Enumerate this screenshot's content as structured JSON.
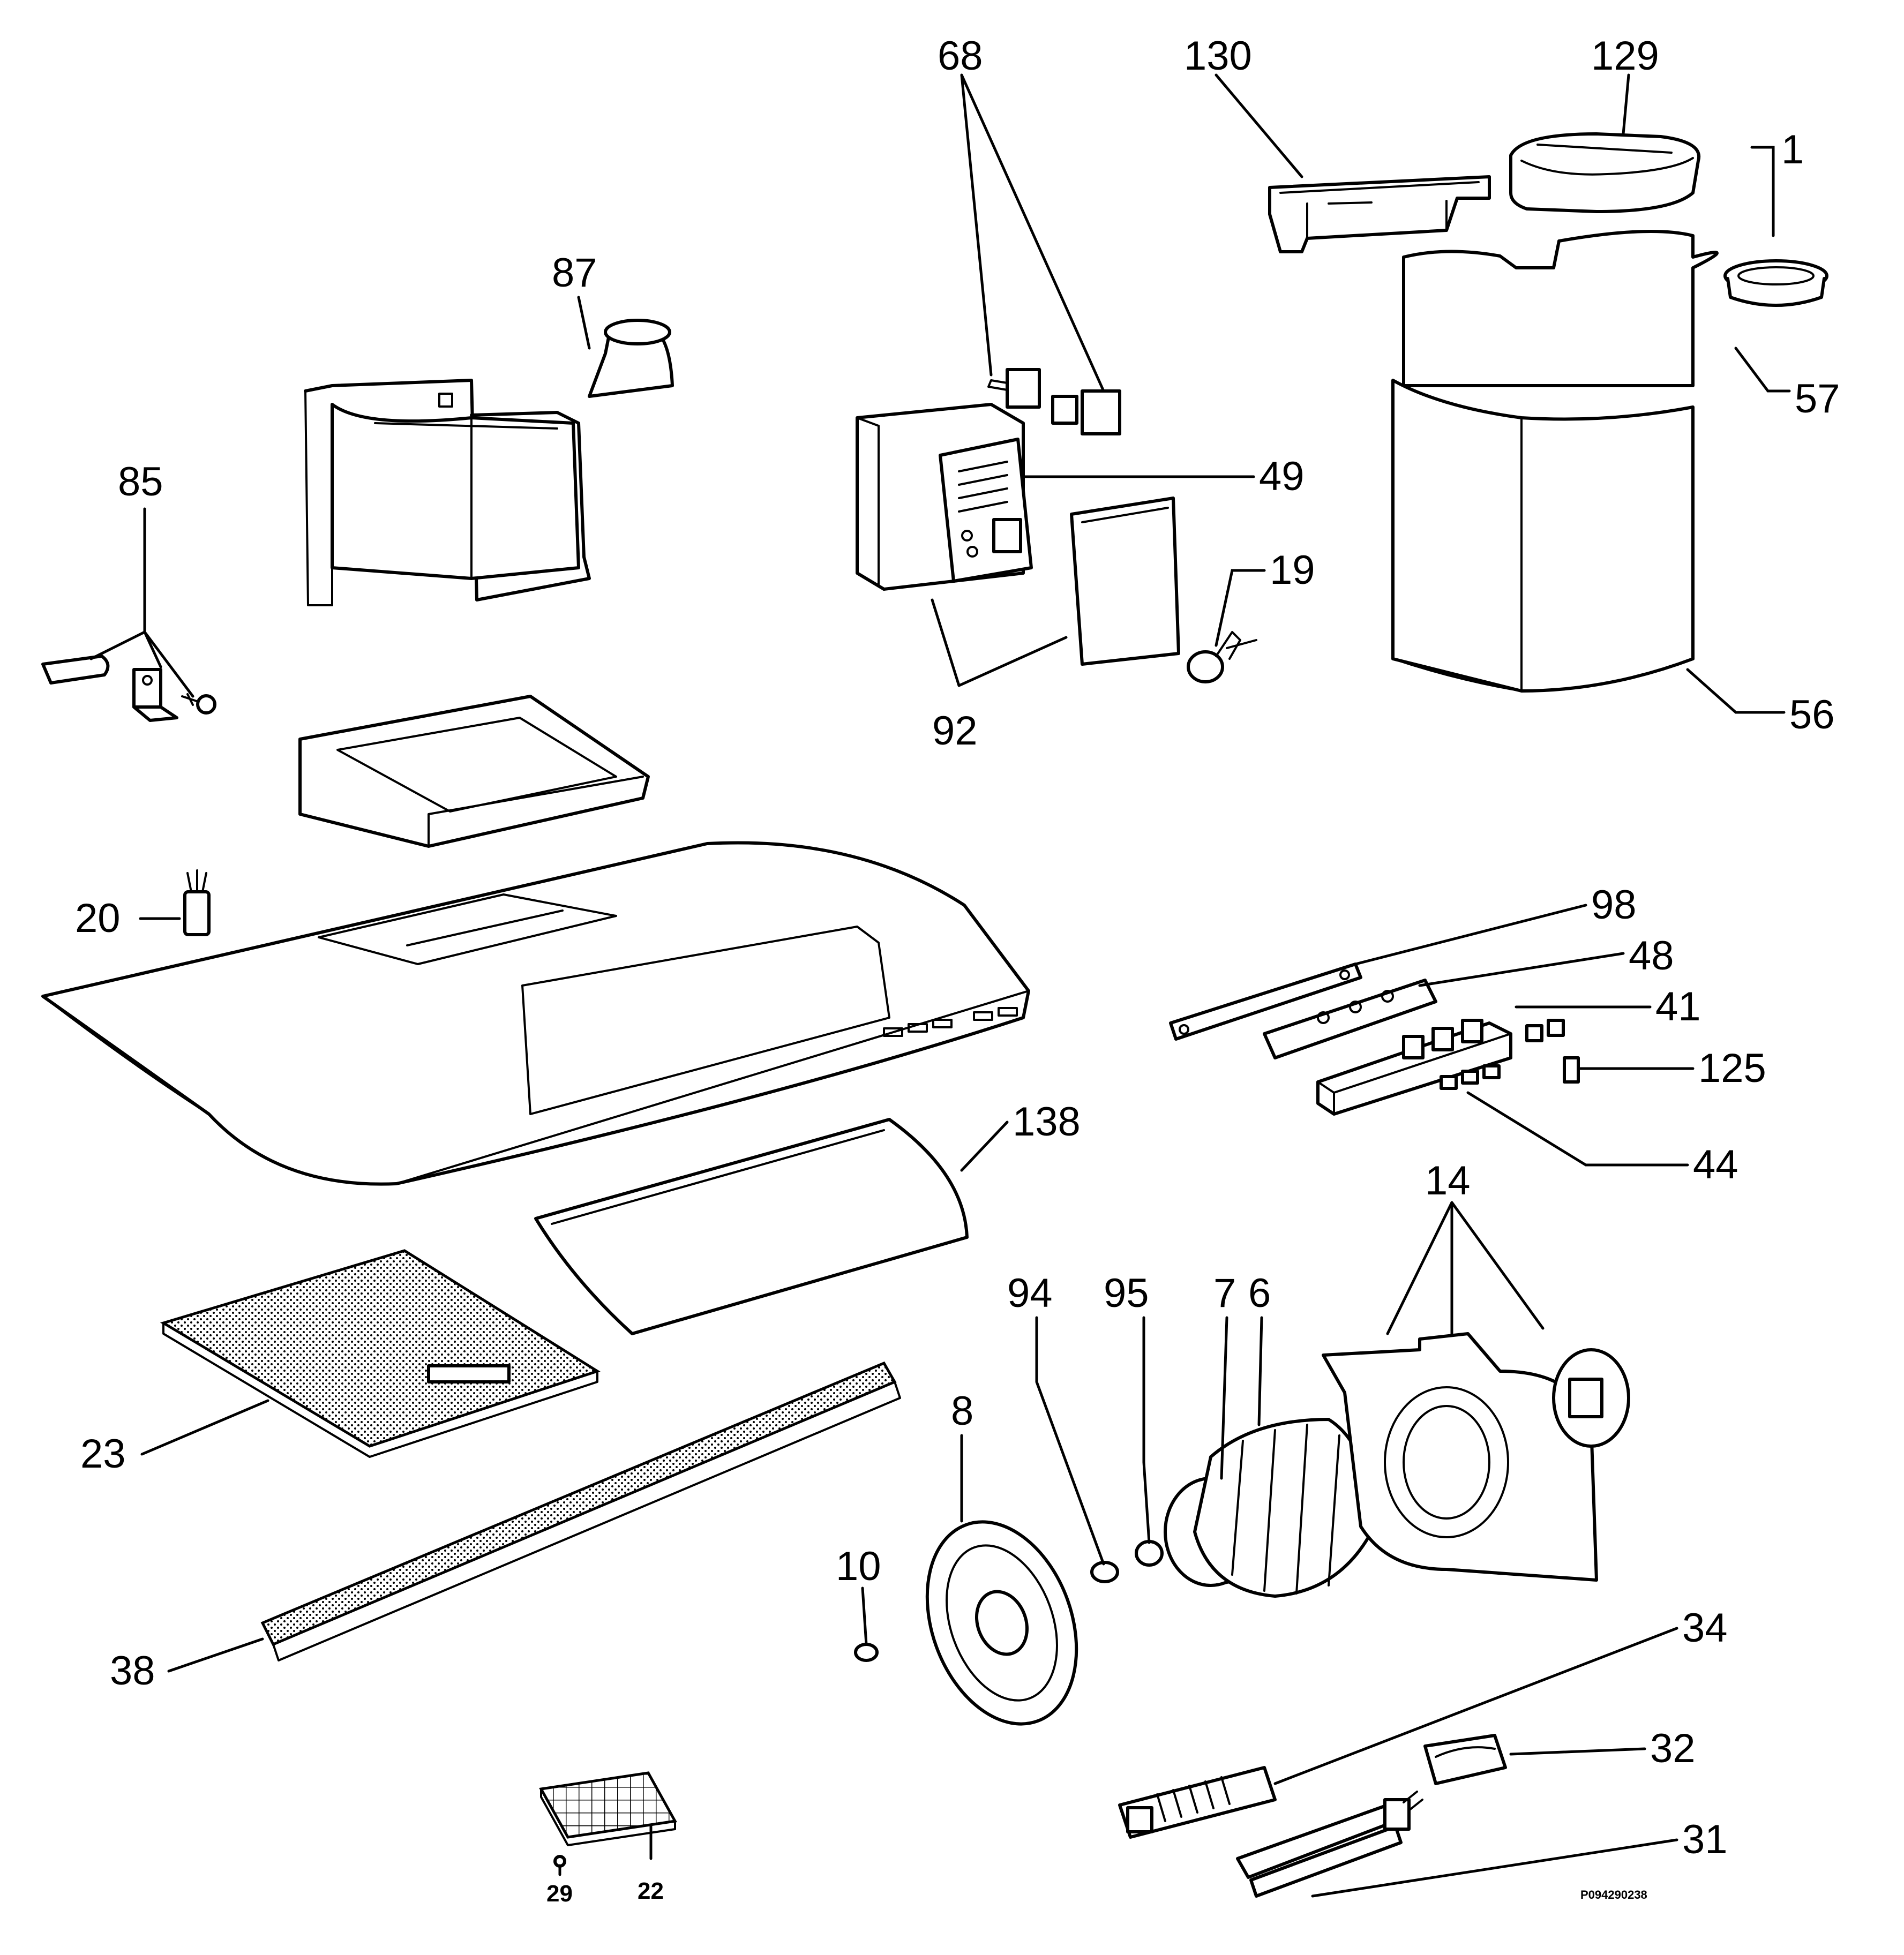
{
  "diagram": {
    "type": "exploded-parts-diagram",
    "reference_code": "P094290238",
    "callouts": [
      {
        "id": "68",
        "label": "68"
      },
      {
        "id": "130",
        "label": "130"
      },
      {
        "id": "129",
        "label": "129"
      },
      {
        "id": "1",
        "label": "1"
      },
      {
        "id": "87",
        "label": "87"
      },
      {
        "id": "57",
        "label": "57"
      },
      {
        "id": "85",
        "label": "85"
      },
      {
        "id": "49",
        "label": "49"
      },
      {
        "id": "19",
        "label": "19"
      },
      {
        "id": "92",
        "label": "92"
      },
      {
        "id": "56",
        "label": "56"
      },
      {
        "id": "20",
        "label": "20"
      },
      {
        "id": "98",
        "label": "98"
      },
      {
        "id": "48",
        "label": "48"
      },
      {
        "id": "41",
        "label": "41"
      },
      {
        "id": "125",
        "label": "125"
      },
      {
        "id": "44",
        "label": "44"
      },
      {
        "id": "138",
        "label": "138"
      },
      {
        "id": "14",
        "label": "14"
      },
      {
        "id": "94",
        "label": "94"
      },
      {
        "id": "95",
        "label": "95"
      },
      {
        "id": "7",
        "label": "7"
      },
      {
        "id": "6",
        "label": "6"
      },
      {
        "id": "8",
        "label": "8"
      },
      {
        "id": "23",
        "label": "23"
      },
      {
        "id": "10",
        "label": "10"
      },
      {
        "id": "34",
        "label": "34"
      },
      {
        "id": "38",
        "label": "38"
      },
      {
        "id": "32",
        "label": "32"
      },
      {
        "id": "31",
        "label": "31"
      },
      {
        "id": "29",
        "label": "29"
      },
      {
        "id": "22",
        "label": "22"
      }
    ]
  }
}
